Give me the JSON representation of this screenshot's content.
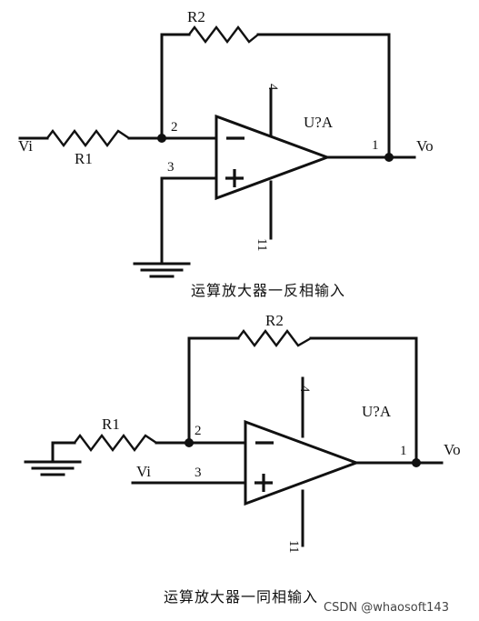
{
  "circuit_inverting": {
    "feedback_resistor": "R2",
    "input_resistor": "R1",
    "input": "Vi",
    "output": "Vo",
    "opamp": "U?A",
    "pin_inverting": "2",
    "pin_noninverting": "3",
    "pin_output": "1",
    "pin_vplus": "4",
    "pin_vminus": "11",
    "caption": "运算放大器一反相输入"
  },
  "circuit_noninverting": {
    "feedback_resistor": "R2",
    "input_resistor": "R1",
    "input": "Vi",
    "output": "Vo",
    "opamp": "U?A",
    "pin_inverting": "2",
    "pin_noninverting": "3",
    "pin_output": "1",
    "pin_vplus": "4",
    "pin_vminus": "11",
    "caption": "运算放大器一同相输入"
  },
  "watermark": "CSDN @whaosoft143"
}
